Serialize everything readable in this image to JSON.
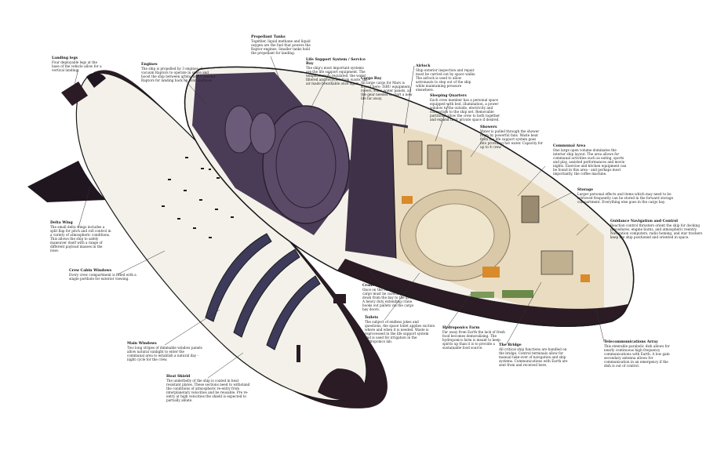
{
  "annotations": [
    {
      "id": "landing-legs",
      "title": "Landing legs",
      "desc": "Four deployable legs at the base of the vehicle allow for a vertical landing."
    },
    {
      "id": "engines",
      "title": "Engines",
      "desc": "The ship is propelled by 3 engines; 3 vacuum Raptors to operate in space and boost the ship between orbits, and 3 smaller Raptors for landing back on solid surfaces."
    },
    {
      "id": "propellant-tanks",
      "title": "Propellant Tanks",
      "desc": "Together, liquid methane and liquid oxygen are the fuel that powers the Raptor engines. Smaller tanks hold the propellant for landing."
    },
    {
      "id": "life-support",
      "title": "Life Support System / Service Bay",
      "desc": "The ship's most important systems are the life support equipment. The temperature is regulated, the water filtered and recycled from waste, the air made breathable once again."
    },
    {
      "id": "cargo-bay",
      "title": "Cargo Bay",
      "desc": "All large cargo for Mars is stored here; ISRU equipment, rovers, solar, water panels, all the gear needed to start a new life far away."
    },
    {
      "id": "airlock",
      "title": "Airlock",
      "desc": "Ship exterior inspection and repair must be carried out by space walks. The airlock is used to allow astronauts to step out of the ship while maintaining pressure elsewhere."
    },
    {
      "id": "sleeping-quarters",
      "title": "Sleeping Quarters",
      "desc": "Each crew member has a personal space equipped with bed, illumination, a power window to the outside, electricity and connection to the ship net. Removable partitions allow the crew to both together and expand their private space if desired."
    },
    {
      "id": "showers",
      "title": "Showers",
      "desc": "Water is pulled through the shower room by powerful fans. Waste heat from the life support system goes into providing hot water. Capacity for up to 4 crew."
    },
    {
      "id": "communal-area",
      "title": "Communal Area",
      "desc": "One large open volume dominates the interior ship layout. The area allows for communal activities such as eating, sports and play, assisted performances and movie nights. Exercise and kitchen equipment can be found in this area - and perhaps most importantly, the coffee machine."
    },
    {
      "id": "storage",
      "title": "Storage",
      "desc": "Larger personal effects and items which may need to be retrieved frequently can be stored in the forward storage compartment. Everything else goes in the cargo bay."
    },
    {
      "id": "guidance",
      "title": "Guidance Navigation and Control",
      "desc": "Reaction control thrusters orient the ship for docking procedures, engine burns, and atmospheric reentry. Navigation computers, radio homing, and star trackers keep the ship positioned and oriented in space."
    },
    {
      "id": "delta-wing",
      "title": "Delta Wing",
      "desc": "The small delta wings includes a split flap for pitch and roll control in a variety of atmospheric conditions. This allows the ship to safely maneuver itself with a range of different payload masses in the nose."
    },
    {
      "id": "crew-cabin-windows",
      "title": "Crew Cabin Windows",
      "desc": "Every crew compartment is fitted with a single porthole for exterior viewing."
    },
    {
      "id": "crane",
      "title": "Crane",
      "desc": "Once on the Martian surface cargo must be carefully hoisted down from the bay to the ground. A heavy duty extending crane hooks out pallets via the cargo bay doors."
    },
    {
      "id": "toilets",
      "title": "Toilets",
      "desc": "The subject of endless jokes and questions, the space toilet applies suction where and when it is needed. Waste is reprocessed in the life support system and is used for irrigation in the hydroponics lab."
    },
    {
      "id": "hydroponics",
      "title": "Hydroponics Farm",
      "desc": "Far away from Earth the lack of fresh food becomes demoralizing. The hydroponics farm is meant to keep spirits up than it is to provide a sustainable food source."
    },
    {
      "id": "main-windows",
      "title": "Main Windows",
      "desc": "Two long stripes of dimmable window panels allow natural sunlight to enter the communal area to establish a natural day - night cycle for the crew."
    },
    {
      "id": "heat-shield",
      "title": "Heat Shield",
      "desc": "The underbelly of the ship is coated in heat resistant plates. These sections need to withstand the conditions of atmospheric re-entry from interplanetary velocities and be reusable. Pre re-entry at high velocities the shield is expected to partially ablate."
    },
    {
      "id": "bridge",
      "title": "The Bridge",
      "desc": "All critical ship functions are handled on the bridge. Control terminals allow for manual take-over of navigation and ship systems. Communications with Earth are sent from and received here."
    },
    {
      "id": "telecom",
      "title": "Telecommunications Array",
      "desc": "This steerable parabolic dish allows for nearly continuous high frequency communications with Earth. A low gain secondary antenna allows for communication in an emergency if the dish is out of control."
    }
  ],
  "colors": {
    "hull_white": "#f4f1ea",
    "heat_shield": "#2a1b24",
    "interior_purple": "#4a3b57",
    "floor_cream": "#e9dcc0",
    "accent_orange": "#d98a2b",
    "line": "#1a1a1a"
  }
}
